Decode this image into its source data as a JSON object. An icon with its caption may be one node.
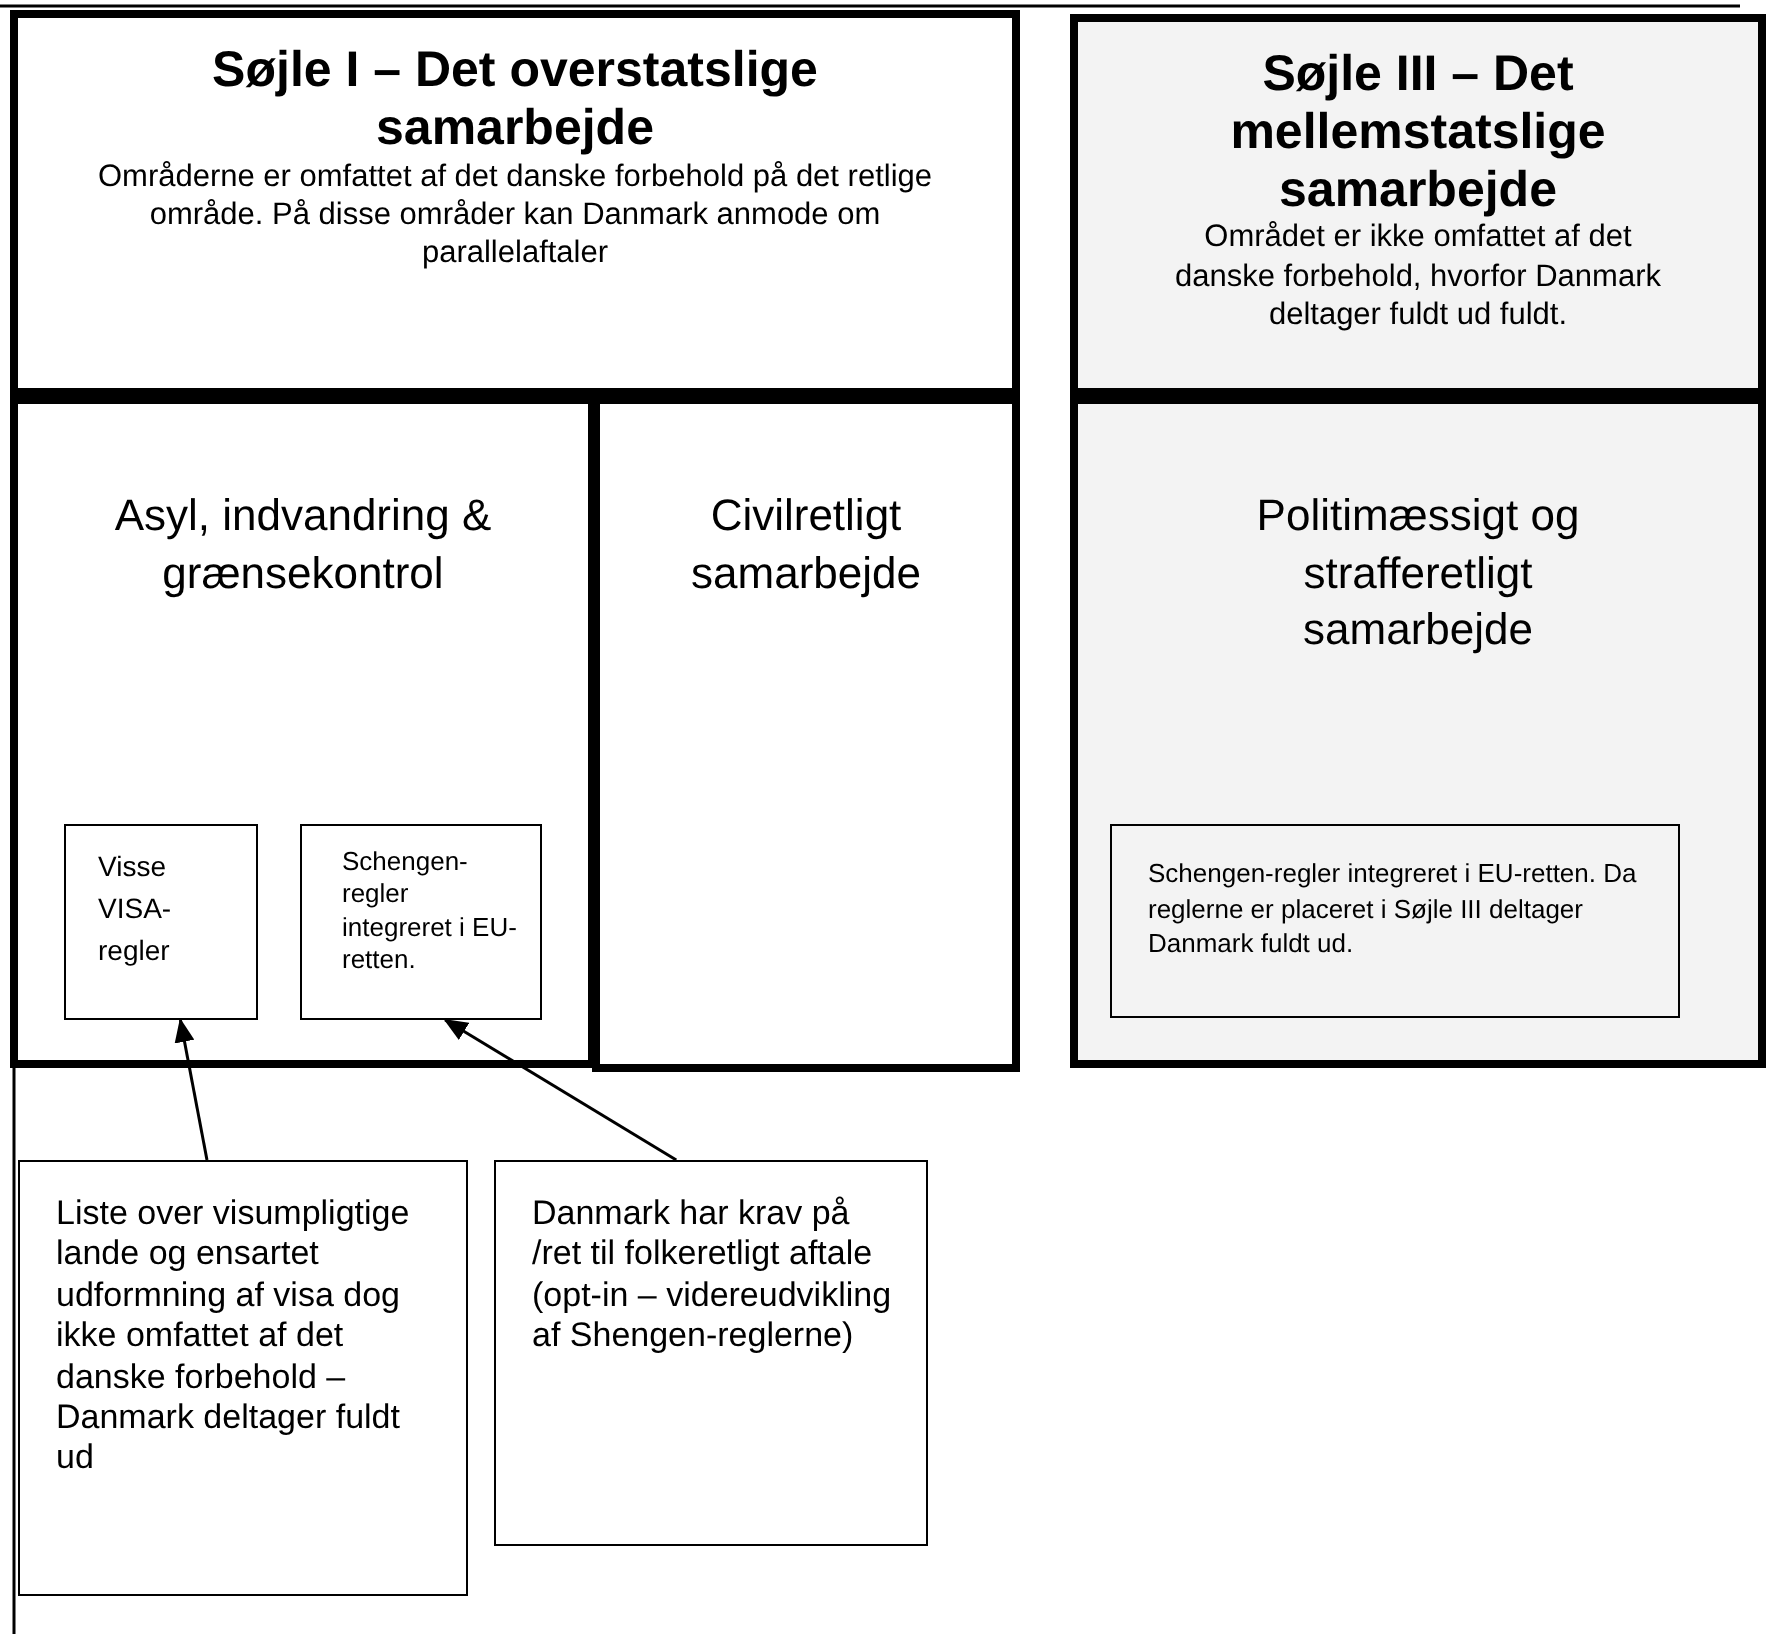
{
  "diagram": {
    "nodes": [
      {
        "text": [
          "Søjle I – Det overstatslige samarbejde",
          "Områderne er omfattet af det danske forbehold på det retlige område. På disse områder kan Danmark anmode om parallelaftaler"
        ]
      },
      {
        "text": [
          "Søjle III – Det mellemstatslige samarbejde",
          "Området er ikke omfattet af det danske forbehold, hvorfor Danmark deltager fuldt ud fuldt."
        ]
      },
      {
        "text": [
          "Asyl, indvandring & grænsekontrol"
        ]
      },
      {
        "text": [
          "Visse VISA-regler"
        ],
        "in": 2
      },
      {
        "text": [
          "Schengen-regler integreret i EU-retten."
        ],
        "in": 2
      },
      {
        "text": [
          "Civilretligt samarbejde"
        ]
      },
      {
        "text": [
          "Politimæssigt og strafferetligt samarbejde"
        ]
      },
      {
        "text": [
          "Schengen-regler integreret i EU-retten. Da reglerne er placeret i Søjle III deltager Danmark fuldt ud."
        ],
        "in": 6
      },
      {
        "text": [
          "Liste over visumpligtige lande og ensartet udformning af visa dog ikke omfattet af det danske forbehold – Danmark deltager fuldt ud"
        ]
      },
      {
        "text": [
          "Danmark har krav på /ret til folkeretligt aftale (opt-in – videreudvikling af Shengen-reglerne)"
        ]
      }
    ],
    "edges": [
      {
        "from": 8,
        "to": 3,
        "arrow": "to"
      },
      {
        "from": 9,
        "to": 4,
        "arrow": "to"
      }
    ]
  }
}
